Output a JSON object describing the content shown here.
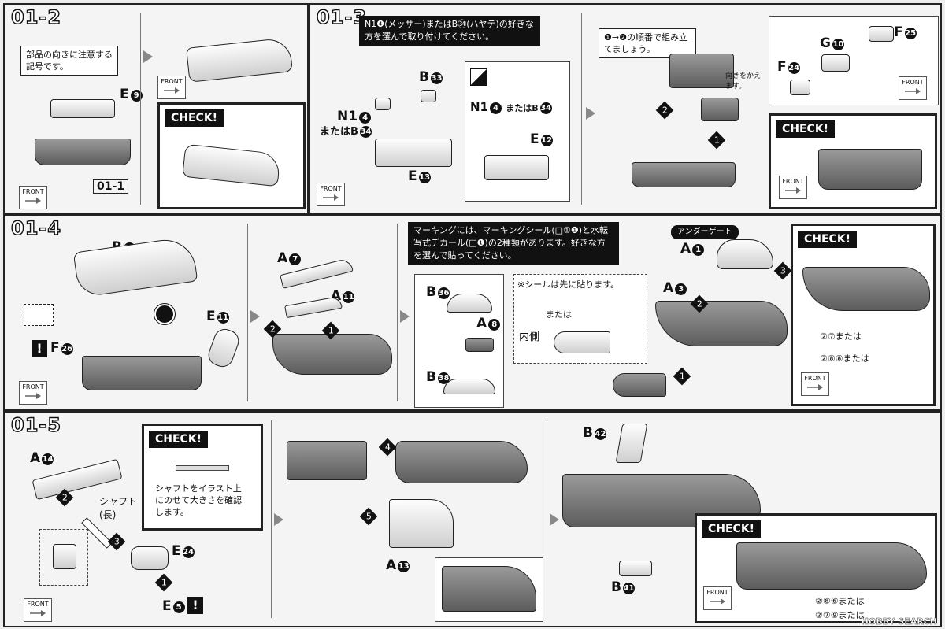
{
  "steps": {
    "s12": "01-2",
    "s13": "01-3",
    "s14": "01-4",
    "s15": "01-5"
  },
  "s12": {
    "note": "部品の向きに注意する記号です。",
    "part_top": "E",
    "part_top_n": "9",
    "ref": "01-1",
    "check": "CHECK!",
    "front": "FRONT"
  },
  "s13": {
    "note": "N1❹(メッサー)またはB㉞(ハヤテ)の好きな方を選んで取り付けてください。",
    "b33": "B",
    "b33_n": "33",
    "n1": "N1",
    "n1_n": "4",
    "or_b": "またはB",
    "or_b_n": "34",
    "e13": "E",
    "e13_n": "13",
    "inset_n1": "N1",
    "inset_n1_n": "4",
    "inset_or": "またはB",
    "inset_or_n": "34",
    "e12": "E",
    "e12_n": "12",
    "order": "❶→❷の順番で組み立てましょう。",
    "g10": "G",
    "g10_n": "10",
    "f25": "F",
    "f25_n": "25",
    "f24": "F",
    "f24_n": "24",
    "turn": "向きをかえます。",
    "check": "CHECK!",
    "front": "FRONT"
  },
  "s14": {
    "b37": "B",
    "b37_n": "37",
    "e11": "E",
    "e11_n": "11",
    "f26": "F",
    "f26_n": "26",
    "a7": "A",
    "a7_n": "7",
    "a11": "A",
    "a11_n": "11",
    "note": "マーキングには、マーキングシール(□①❶)と水転写式デカール(□❶)の2種類があります。好きな方を選んで貼ってください。",
    "b36": "B",
    "b36_n": "36",
    "a8": "A",
    "a8_n": "8",
    "b38": "B",
    "b38_n": "38",
    "seal_note": "※シールは先に貼ります。",
    "seal_or": "または",
    "inside": "内側",
    "under_gate": "アンダーゲート",
    "a1": "A",
    "a1_n": "1",
    "a3": "A",
    "a3_n": "3",
    "check": "CHECK!",
    "mark1": "②⑦または",
    "mark2": "②⑧⑧または",
    "front": "FRONT"
  },
  "s15": {
    "a14": "A",
    "a14_n": "14",
    "shaft": "シャフト(長)",
    "e24": "E",
    "e24_n": "24",
    "e5": "E",
    "e5_n": "5",
    "check": "CHECK!",
    "check_text": "シャフトをイラスト上にのせて大きさを確認します。",
    "a13": "A",
    "a13_n": "13",
    "b42": "B",
    "b42_n": "42",
    "b41": "B",
    "b41_n": "41",
    "check2": "CHECK!",
    "mark1": "②⑧⑥または",
    "mark2": "②⑦⑨または",
    "front": "FRONT"
  },
  "watermark": "HOBBY SEARCH"
}
